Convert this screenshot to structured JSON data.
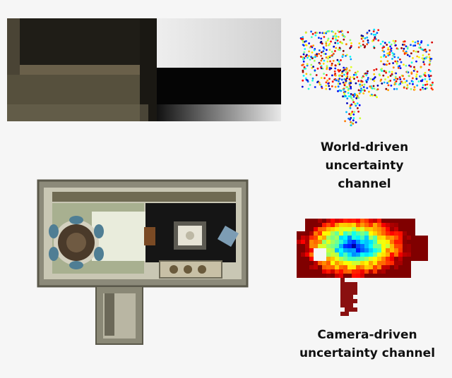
{
  "captions": {
    "world": {
      "line1": "World-driven uncertainty",
      "line2": "channel"
    },
    "camera": {
      "line1": "Camera-driven",
      "line2": "uncertainty channel"
    }
  },
  "colors": {
    "background": "#f6f6f6",
    "uncertainty_low": "#1f3ad6",
    "uncertainty_mid": "#3fd6c8",
    "uncertainty_high": "#d62a1f",
    "agent_trail": "#8a1010"
  },
  "images": {
    "camera_view": "first-person RGB camera frame of a doorway/corridor",
    "floorplan": "top-down view of a house interior with dining table, sofa and rug",
    "world_map": "point-cloud uncertainty map",
    "camera_map": "grid-cell uncertainty heatmap"
  }
}
